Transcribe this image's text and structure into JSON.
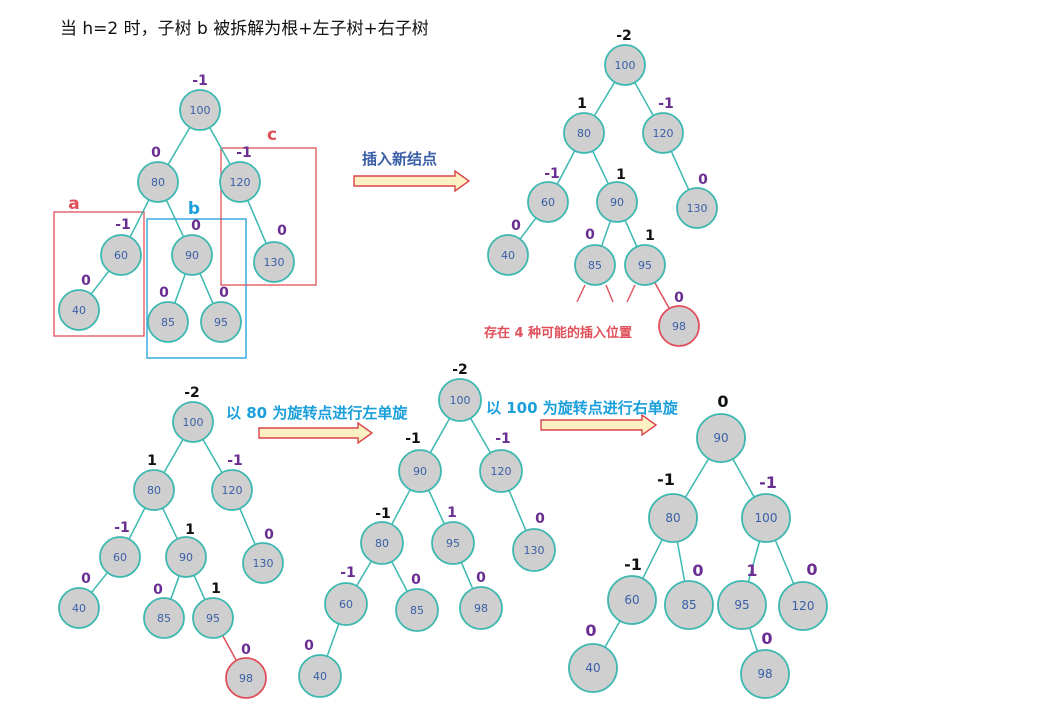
{
  "title": "当 h=2 时，子树 b 被拆解为根+左子树+右子树",
  "colors": {
    "node_fill": "#cfcfcf",
    "node_stroke": "#3cb8b0",
    "node_text": "#3a5fa8",
    "highlight_stroke": "#e0505a",
    "edge": "#3cb8b0",
    "bf_purple": "#6a2d91",
    "bf_black": "#111111",
    "label_red": "#e0505a",
    "label_blue": "#1a9fdb",
    "arrow_fill": "#fdf0c2",
    "arrow_stroke": "#d9444c"
  },
  "diagram": {
    "panels": [
      {
        "id": "original",
        "nodes": [
          {
            "id": "p1n100",
            "label": "100",
            "bf": "-1",
            "bf_color": "purple"
          },
          {
            "id": "p1n80",
            "label": "80",
            "bf": "0",
            "bf_color": "purple"
          },
          {
            "id": "p1n120",
            "label": "120",
            "bf": "-1",
            "bf_color": "purple"
          },
          {
            "id": "p1n60",
            "label": "60",
            "bf": "-1",
            "bf_color": "purple"
          },
          {
            "id": "p1n90",
            "label": "90",
            "bf": "0",
            "bf_color": "purple"
          },
          {
            "id": "p1n130",
            "label": "130",
            "bf": "0",
            "bf_color": "purple"
          },
          {
            "id": "p1n40",
            "label": "40",
            "bf": "0",
            "bf_color": "purple"
          },
          {
            "id": "p1n85",
            "label": "85",
            "bf": "0",
            "bf_color": "purple"
          },
          {
            "id": "p1n95",
            "label": "95",
            "bf": "0",
            "bf_color": "purple"
          }
        ],
        "edges": [
          [
            "p1n100",
            "p1n80"
          ],
          [
            "p1n100",
            "p1n120"
          ],
          [
            "p1n80",
            "p1n60"
          ],
          [
            "p1n80",
            "p1n90"
          ],
          [
            "p1n120",
            "p1n130"
          ],
          [
            "p1n60",
            "p1n40"
          ],
          [
            "p1n90",
            "p1n85"
          ],
          [
            "p1n90",
            "p1n95"
          ]
        ],
        "boxes": [
          {
            "id": "box-a",
            "label": "a",
            "color": "red"
          },
          {
            "id": "box-b",
            "label": "b",
            "color": "blue"
          },
          {
            "id": "box-c",
            "label": "c",
            "color": "red"
          }
        ]
      },
      {
        "id": "inserted",
        "nodes": [
          {
            "id": "p2n100",
            "label": "100",
            "bf": "-2",
            "bf_color": "black"
          },
          {
            "id": "p2n80",
            "label": "80",
            "bf": "1",
            "bf_color": "black"
          },
          {
            "id": "p2n120",
            "label": "120",
            "bf": "-1",
            "bf_color": "purple"
          },
          {
            "id": "p2n60",
            "label": "60",
            "bf": "-1",
            "bf_color": "purple"
          },
          {
            "id": "p2n90",
            "label": "90",
            "bf": "1",
            "bf_color": "black"
          },
          {
            "id": "p2n130",
            "label": "130",
            "bf": "0",
            "bf_color": "purple"
          },
          {
            "id": "p2n40",
            "label": "40",
            "bf": "0",
            "bf_color": "purple"
          },
          {
            "id": "p2n85",
            "label": "85",
            "bf": "0",
            "bf_color": "purple"
          },
          {
            "id": "p2n95",
            "label": "95",
            "bf": "1",
            "bf_color": "black"
          },
          {
            "id": "p2n98",
            "label": "98",
            "bf": "0",
            "bf_color": "purple",
            "highlight": true
          }
        ],
        "edges": [
          [
            "p2n100",
            "p2n80"
          ],
          [
            "p2n100",
            "p2n120"
          ],
          [
            "p2n80",
            "p2n60"
          ],
          [
            "p2n80",
            "p2n90"
          ],
          [
            "p2n120",
            "p2n130"
          ],
          [
            "p2n60",
            "p2n40"
          ],
          [
            "p2n90",
            "p2n85"
          ],
          [
            "p2n90",
            "p2n95"
          ],
          [
            "p2n95",
            "p2n98",
            "red"
          ]
        ],
        "caption": "存在 4 种可能的插入位置"
      },
      {
        "id": "before-rotation",
        "nodes": [
          {
            "id": "p3n100",
            "label": "100",
            "bf": "-2",
            "bf_color": "black"
          },
          {
            "id": "p3n80",
            "label": "80",
            "bf": "1",
            "bf_color": "black"
          },
          {
            "id": "p3n120",
            "label": "120",
            "bf": "-1",
            "bf_color": "purple"
          },
          {
            "id": "p3n60",
            "label": "60",
            "bf": "-1",
            "bf_color": "purple"
          },
          {
            "id": "p3n90",
            "label": "90",
            "bf": "1",
            "bf_color": "black"
          },
          {
            "id": "p3n130",
            "label": "130",
            "bf": "0",
            "bf_color": "purple"
          },
          {
            "id": "p3n40",
            "label": "40",
            "bf": "0",
            "bf_color": "purple"
          },
          {
            "id": "p3n85",
            "label": "85",
            "bf": "0",
            "bf_color": "purple"
          },
          {
            "id": "p3n95",
            "label": "95",
            "bf": "1",
            "bf_color": "black"
          },
          {
            "id": "p3n98",
            "label": "98",
            "bf": "0",
            "bf_color": "purple",
            "highlight": true
          }
        ],
        "edges": [
          [
            "p3n100",
            "p3n80"
          ],
          [
            "p3n100",
            "p3n120"
          ],
          [
            "p3n80",
            "p3n60"
          ],
          [
            "p3n80",
            "p3n90"
          ],
          [
            "p3n120",
            "p3n130"
          ],
          [
            "p3n60",
            "p3n40"
          ],
          [
            "p3n90",
            "p3n85"
          ],
          [
            "p3n90",
            "p3n95"
          ],
          [
            "p3n95",
            "p3n98",
            "red"
          ]
        ]
      },
      {
        "id": "after-left-rotation",
        "nodes": [
          {
            "id": "p4n100",
            "label": "100",
            "bf": "-2",
            "bf_color": "black"
          },
          {
            "id": "p4n90",
            "label": "90",
            "bf": "-1",
            "bf_color": "black"
          },
          {
            "id": "p4n120",
            "label": "120",
            "bf": "-1",
            "bf_color": "purple"
          },
          {
            "id": "p4n80",
            "label": "80",
            "bf": "-1",
            "bf_color": "black"
          },
          {
            "id": "p4n95",
            "label": "95",
            "bf": "1",
            "bf_color": "purple"
          },
          {
            "id": "p4n130",
            "label": "130",
            "bf": "0",
            "bf_color": "purple"
          },
          {
            "id": "p4n60",
            "label": "60",
            "bf": "-1",
            "bf_color": "purple"
          },
          {
            "id": "p4n85",
            "label": "85",
            "bf": "0",
            "bf_color": "purple"
          },
          {
            "id": "p4n98",
            "label": "98",
            "bf": "0",
            "bf_color": "purple"
          },
          {
            "id": "p4n40",
            "label": "40",
            "bf": "0",
            "bf_color": "purple"
          }
        ],
        "edges": [
          [
            "p4n100",
            "p4n90"
          ],
          [
            "p4n100",
            "p4n120"
          ],
          [
            "p4n90",
            "p4n80"
          ],
          [
            "p4n90",
            "p4n95"
          ],
          [
            "p4n120",
            "p4n130"
          ],
          [
            "p4n80",
            "p4n60"
          ],
          [
            "p4n80",
            "p4n85"
          ],
          [
            "p4n95",
            "p4n98"
          ],
          [
            "p4n60",
            "p4n40"
          ]
        ]
      },
      {
        "id": "after-right-rotation",
        "nodes": [
          {
            "id": "p5n90",
            "label": "90",
            "bf": "0",
            "bf_color": "black"
          },
          {
            "id": "p5n80",
            "label": "80",
            "bf": "-1",
            "bf_color": "black"
          },
          {
            "id": "p5n100",
            "label": "100",
            "bf": "-1",
            "bf_color": "purple"
          },
          {
            "id": "p5n60",
            "label": "60",
            "bf": "-1",
            "bf_color": "black"
          },
          {
            "id": "p5n85",
            "label": "85",
            "bf": "0",
            "bf_color": "purple"
          },
          {
            "id": "p5n95",
            "label": "95",
            "bf": "1",
            "bf_color": "purple"
          },
          {
            "id": "p5n120",
            "label": "120",
            "bf": "0",
            "bf_color": "purple"
          },
          {
            "id": "p5n40",
            "label": "40",
            "bf": "0",
            "bf_color": "purple"
          },
          {
            "id": "p5n98",
            "label": "98",
            "bf": "0",
            "bf_color": "purple"
          }
        ],
        "edges": [
          [
            "p5n90",
            "p5n80"
          ],
          [
            "p5n90",
            "p5n100"
          ],
          [
            "p5n80",
            "p5n60"
          ],
          [
            "p5n80",
            "p5n85"
          ],
          [
            "p5n100",
            "p5n95"
          ],
          [
            "p5n100",
            "p5n120"
          ],
          [
            "p5n60",
            "p5n40"
          ],
          [
            "p5n95",
            "p5n98"
          ]
        ]
      }
    ],
    "arrows": [
      {
        "id": "arrow-insert",
        "label": "插入新结点"
      },
      {
        "id": "arrow-left-rotate",
        "label": "以 80 为旋转点进行左单旋"
      },
      {
        "id": "arrow-right-rotate",
        "label": "以 100 为旋转点进行右单旋"
      }
    ]
  }
}
